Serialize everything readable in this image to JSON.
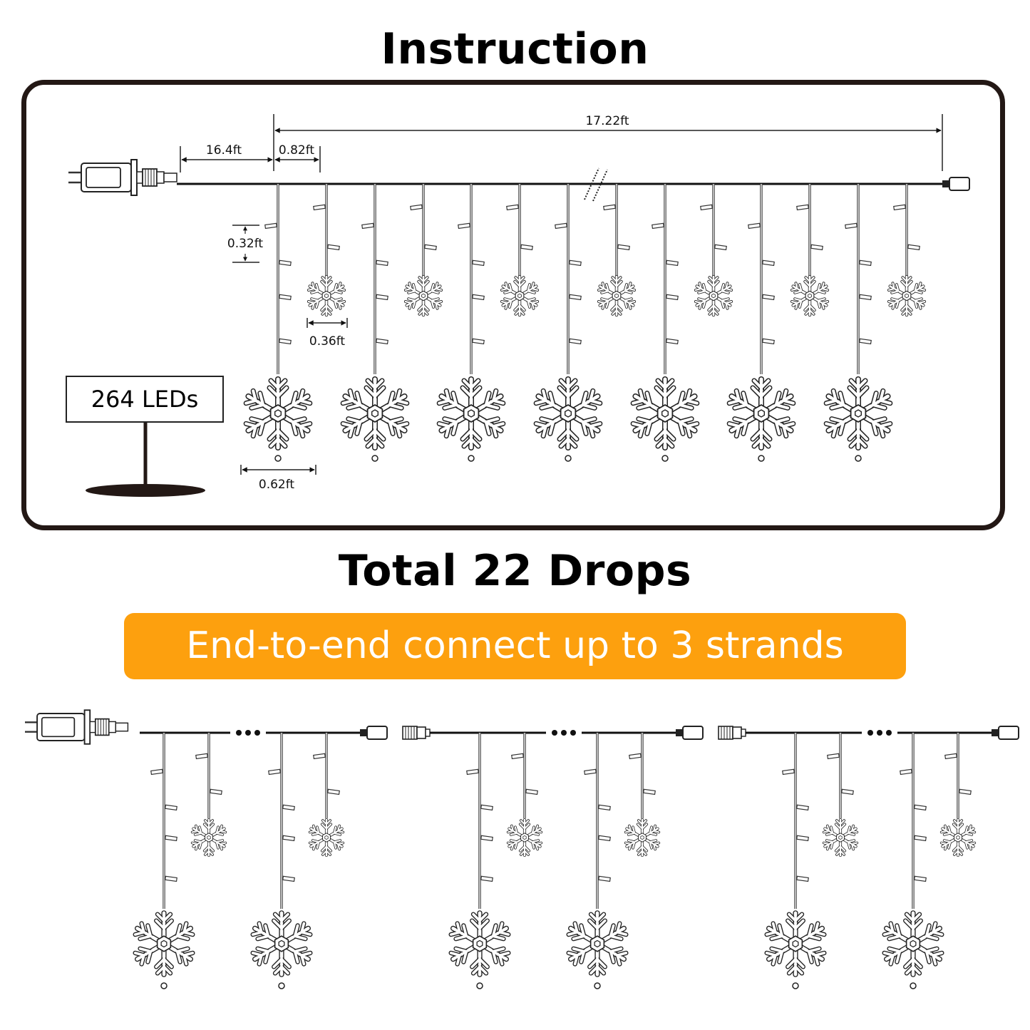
{
  "header": {
    "title": "Instruction"
  },
  "diagram": {
    "dimensions": {
      "total_length": "17.22ft",
      "lead_wire": "16.4ft",
      "drop_spacing": "0.82ft",
      "led_spacing": "0.32ft",
      "small_snowflake_width": "0.36ft",
      "large_snowflake_width": "0.62ft"
    },
    "led_count_label": "264 LEDs",
    "long_drops": 7,
    "short_drops": 7
  },
  "summary": {
    "title": "Total 22 Drops"
  },
  "banner": {
    "text": "End-to-end connect up to 3 strands",
    "color": "#FDA00E"
  },
  "strands": [
    {
      "index": 1,
      "has_plug": true
    },
    {
      "index": 2,
      "has_plug": false
    },
    {
      "index": 3,
      "has_plug": false
    }
  ],
  "colors": {
    "line": "#231815",
    "accent": "#FDA00E"
  }
}
